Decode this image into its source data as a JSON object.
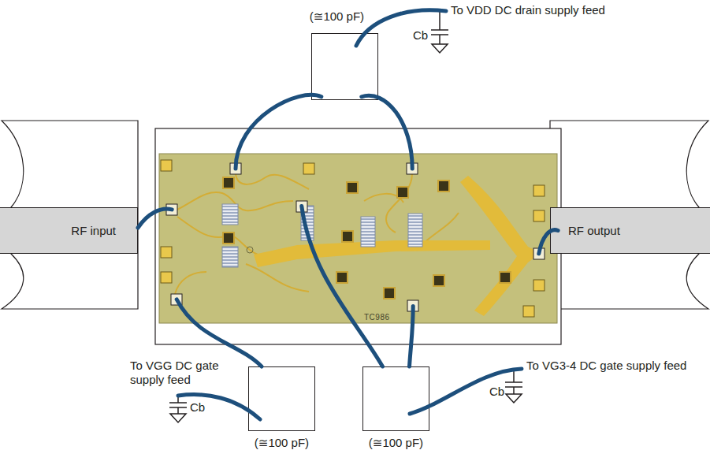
{
  "diagram": {
    "nodes": [
      {
        "text": [
          "(≅100 pF)"
        ]
      },
      {
        "text": [
          "RF input"
        ]
      },
      {
        "text": [
          "TC986"
        ]
      },
      {
        "text": [
          "RF output"
        ]
      },
      {
        "text": [
          "(≅100 pF)"
        ]
      },
      {
        "text": [
          "(≅100 pF)"
        ]
      }
    ],
    "edges": [
      {
        "from": 1,
        "to": 2,
        "arrow": "none"
      },
      {
        "from": 2,
        "to": 3,
        "arrow": "none"
      },
      {
        "from": 0,
        "to": 2,
        "arrow": "none"
      },
      {
        "from": 0,
        "to": 2,
        "arrow": "none"
      },
      {
        "from": 4,
        "to": 2,
        "arrow": "none"
      },
      {
        "from": 5,
        "to": 2,
        "arrow": "none"
      },
      {
        "from": 5,
        "to": 2,
        "arrow": "none"
      }
    ],
    "labels": [
      "To VDD DC drain supply feed",
      "Cb",
      "To VGG DC gate supply feed",
      "Cb",
      "To VG3-4 DC gate supply feed",
      "Cb"
    ]
  }
}
